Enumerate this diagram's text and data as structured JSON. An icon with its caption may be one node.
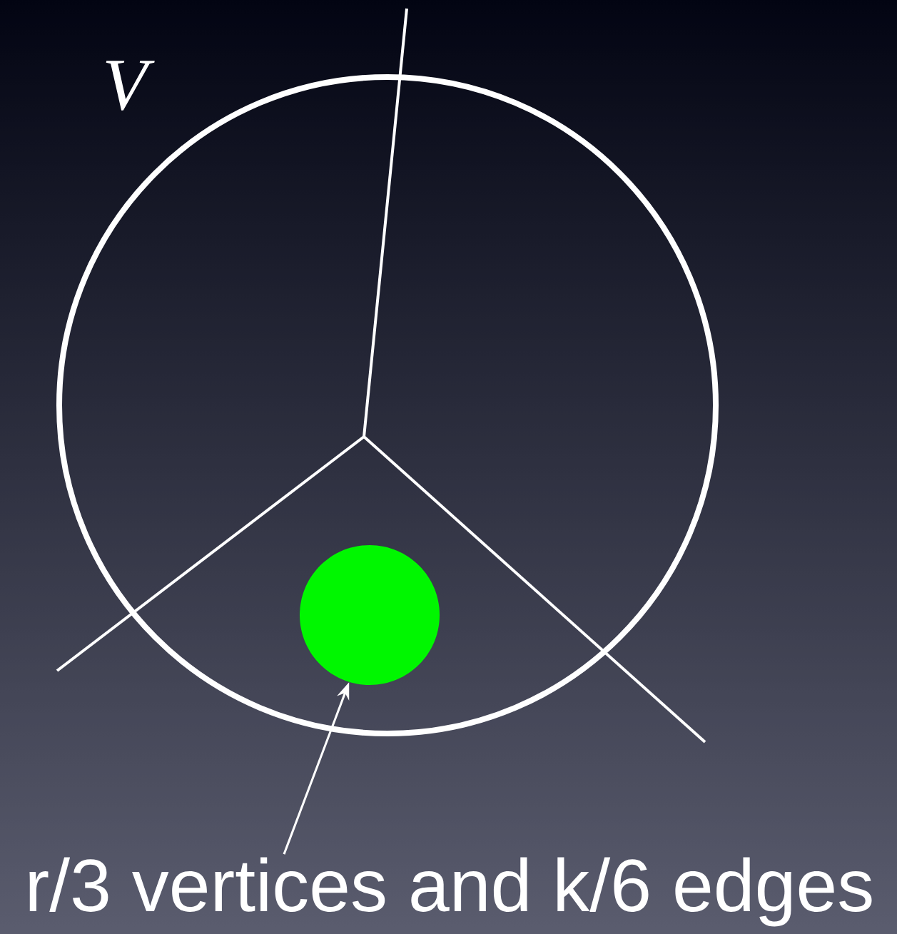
{
  "diagram": {
    "nodes": [
      {
        "text": [
          "V"
        ]
      },
      {
        "text": [],
        "shape": "circle",
        "in": 0
      },
      {
        "text": [
          "r/3 vertices and k/6 edges"
        ]
      }
    ],
    "edges": [
      {
        "from": 2,
        "to": 1,
        "arrow": "to"
      }
    ]
  }
}
